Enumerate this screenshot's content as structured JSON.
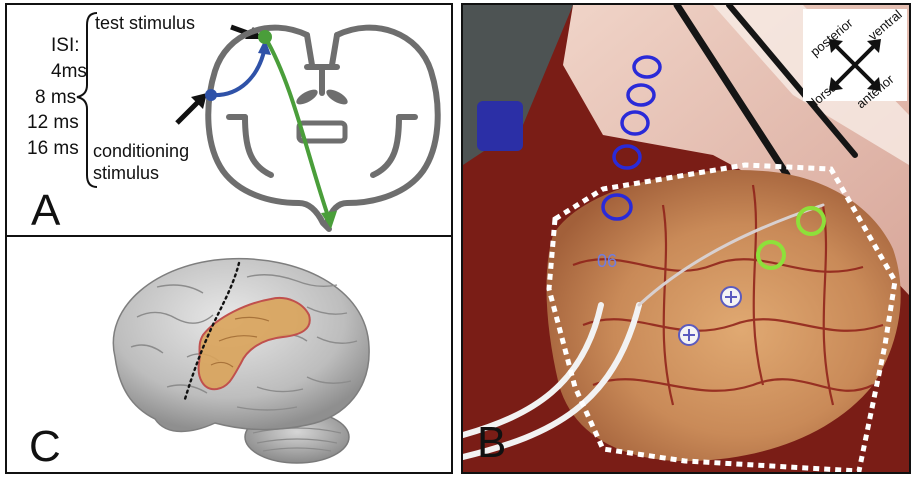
{
  "panel_a": {
    "letter": "A",
    "isi_label": "ISI:",
    "isi_values": [
      "4ms",
      "8 ms",
      "12 ms",
      "16 ms"
    ],
    "test_label": "test stimulus",
    "conditioning_label_line1": "conditioning",
    "conditioning_label_line2": "stimulus",
    "colors": {
      "brain_outline": "#6e6e6e",
      "conditioning": "#2f52a8",
      "test": "#4a9e3a"
    }
  },
  "panel_b": {
    "letter": "B",
    "orientation": {
      "posterior": "posterior",
      "ventral": "ventral",
      "dorsal": "dorsal",
      "anterior": "anterior"
    },
    "electrode_label": "06",
    "colors": {
      "blue_circles": "#2a2ad8",
      "green_circles": "#8ee03a",
      "boundary": "#ffffff"
    }
  },
  "panel_c": {
    "letter": "C",
    "colors": {
      "region_fill": "#d9a35a",
      "region_outline": "#c0504d"
    }
  }
}
